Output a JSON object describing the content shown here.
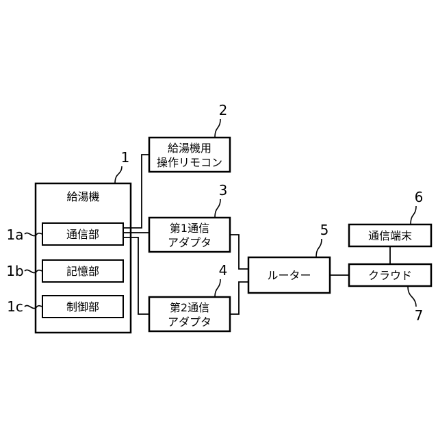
{
  "water_heater": {
    "ref": "1",
    "title": "給湯機",
    "communication": {
      "ref": "1a",
      "label": "通信部"
    },
    "storage": {
      "ref": "1b",
      "label": "記憶部"
    },
    "control": {
      "ref": "1c",
      "label": "制御部"
    }
  },
  "remote": {
    "ref": "2",
    "line1": "給湯機用",
    "line2": "操作リモコン"
  },
  "adapter1": {
    "ref": "3",
    "line1": "第1通信",
    "line2": "アダプタ"
  },
  "adapter2": {
    "ref": "4",
    "line1": "第2通信",
    "line2": "アダプタ"
  },
  "router": {
    "ref": "5",
    "label": "ルーター"
  },
  "terminal": {
    "ref": "6",
    "label": "通信端末"
  },
  "cloud": {
    "ref": "7",
    "label": "クラウド"
  }
}
